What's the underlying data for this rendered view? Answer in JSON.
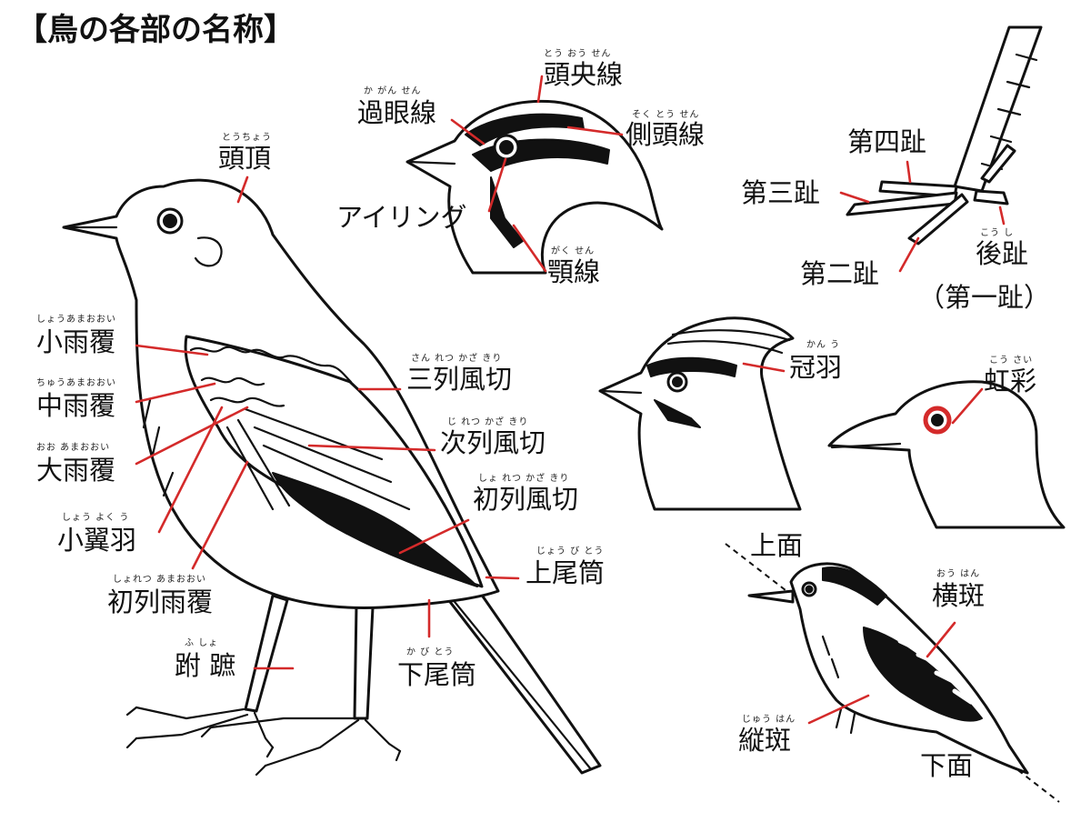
{
  "title": "【鳥の各部の名称】",
  "colors": {
    "leader": "#d42a2a",
    "ink": "#111111",
    "iris_ring": "#d42a2a",
    "background": "#ffffff"
  },
  "parts": {
    "head_crown": {
      "name": "頭頂",
      "reading": "とうちょう"
    },
    "median_stripe": {
      "name": "頭央線",
      "reading": "とう おう せん"
    },
    "eye_stripe": {
      "name": "過眼線",
      "reading": "か がん せん"
    },
    "lateral_stripe": {
      "name": "側頭線",
      "reading": "そく とう せん"
    },
    "eye_ring": {
      "name": "アイリング"
    },
    "malar_stripe": {
      "name": "顎線",
      "reading": "がく せん"
    },
    "fourth_toe": {
      "name": "第四趾"
    },
    "third_toe": {
      "name": "第三趾"
    },
    "second_toe": {
      "name": "第二趾"
    },
    "hind_toe": {
      "name": "後趾",
      "reading": "こう し",
      "alt": "（第一趾）"
    },
    "lesser_coverts": {
      "name": "小雨覆",
      "reading": "しょうあまおおい"
    },
    "median_coverts": {
      "name": "中雨覆",
      "reading": "ちゅうあまおおい"
    },
    "greater_coverts": {
      "name": "大雨覆",
      "reading": "おお あまおおい"
    },
    "alula": {
      "name": "小翼羽",
      "reading": "しょう よく う"
    },
    "primary_coverts": {
      "name": "初列雨覆",
      "reading": "しょれつ あまおおい"
    },
    "tarsus": {
      "name": "跗 蹠",
      "reading": "ふ しょ"
    },
    "tertials": {
      "name": "三列風切",
      "reading": "さん れつ かざ きり"
    },
    "secondaries": {
      "name": "次列風切",
      "reading": "じ れつ かざ きり"
    },
    "primaries": {
      "name": "初列風切",
      "reading": "しょ れつ かざ きり"
    },
    "uppertail_coverts": {
      "name": "上尾筒",
      "reading": "じょう び とう"
    },
    "undertail_coverts": {
      "name": "下尾筒",
      "reading": "か び とう"
    },
    "crest": {
      "name": "冠羽",
      "reading": "かん う"
    },
    "iris": {
      "name": "虹彩",
      "reading": "こう さい"
    },
    "upper_side": {
      "name": "上面"
    },
    "under_side": {
      "name": "下面"
    },
    "barring": {
      "name": "横斑",
      "reading": "おう はん"
    },
    "streaks": {
      "name": "縦斑",
      "reading": "じゅう はん"
    }
  }
}
